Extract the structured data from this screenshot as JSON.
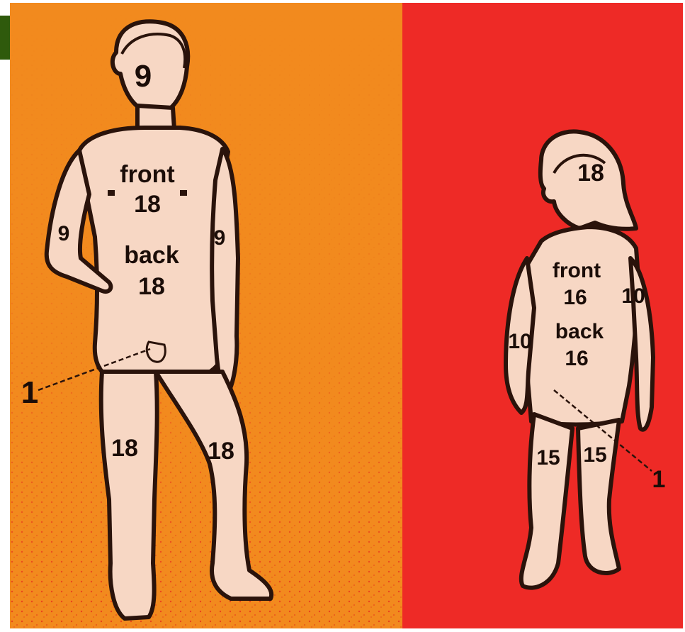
{
  "colors": {
    "adult_background": "#f28a1e",
    "adult_background_speckle": "#e8401c",
    "child_background": "#ee2a26",
    "body_fill": "#f7d7c4",
    "outline": "#2a130b",
    "corner_block": "#2f5a0c"
  },
  "adult": {
    "head": "9",
    "front_label": "front",
    "front_value": "18",
    "back_label": "back",
    "back_value": "18",
    "right_arm": "9",
    "left_arm": "9",
    "genital": "1",
    "right_leg": "18",
    "left_leg": "18"
  },
  "child": {
    "head": "18",
    "front_label": "front",
    "front_value": "16",
    "back_label": "back",
    "back_value": "16",
    "right_arm": "10",
    "left_arm": "10",
    "genital": "1",
    "right_leg": "15",
    "left_leg": "15"
  }
}
